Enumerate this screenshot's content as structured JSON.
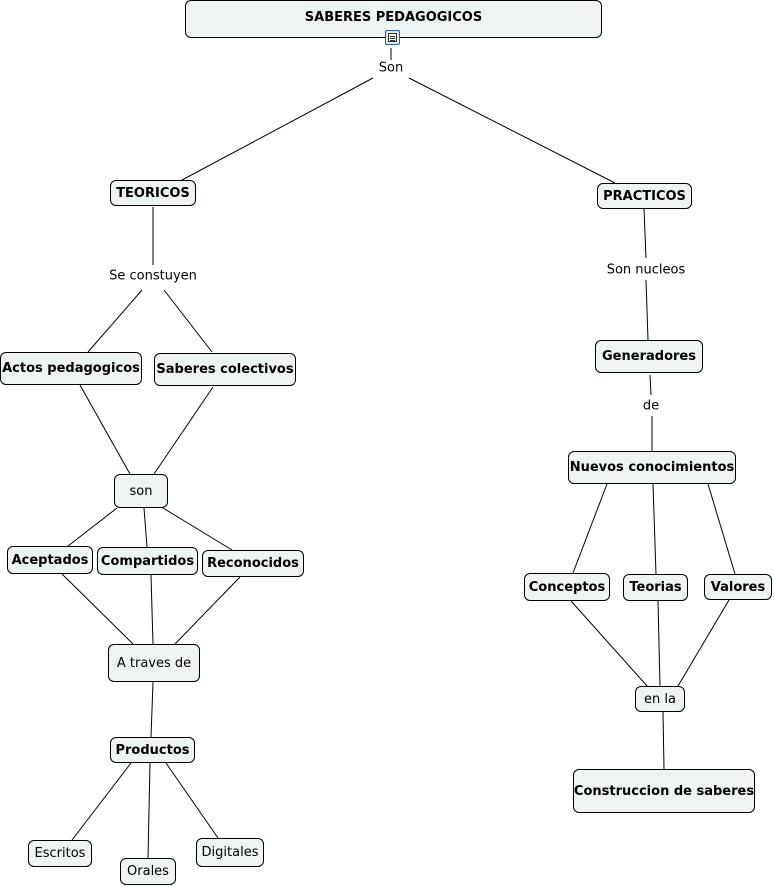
{
  "nodes": {
    "saberes_pedagogicos": "SABERES PEDAGOGICOS",
    "teoricos": "TEORICOS",
    "practicos": "PRACTICOS",
    "actos_pedagogicos": "Actos pedagogicos",
    "saberes_colectivos": "Saberes colectivos",
    "son_node": "son",
    "aceptados": "Aceptados",
    "compartidos": "Compartidos",
    "reconocidos": "Reconocidos",
    "a_traves_de": "A traves de",
    "productos": "Productos",
    "escritos": "Escritos",
    "orales": "Orales",
    "digitales": "Digitales",
    "generadores": "Generadores",
    "nuevos_conocimientos": "Nuevos conocimientos",
    "conceptos": "Conceptos",
    "teorias": "Teorias",
    "valores": "Valores",
    "en_la": "en la",
    "construccion_de_saberes": "Construccion de saberes"
  },
  "links": {
    "son": "Son",
    "se_constuyen": "Se constuyen",
    "son_nucleos": "Son nucleos",
    "de": "de"
  },
  "icons": {
    "root_attachment": "document-icon"
  }
}
